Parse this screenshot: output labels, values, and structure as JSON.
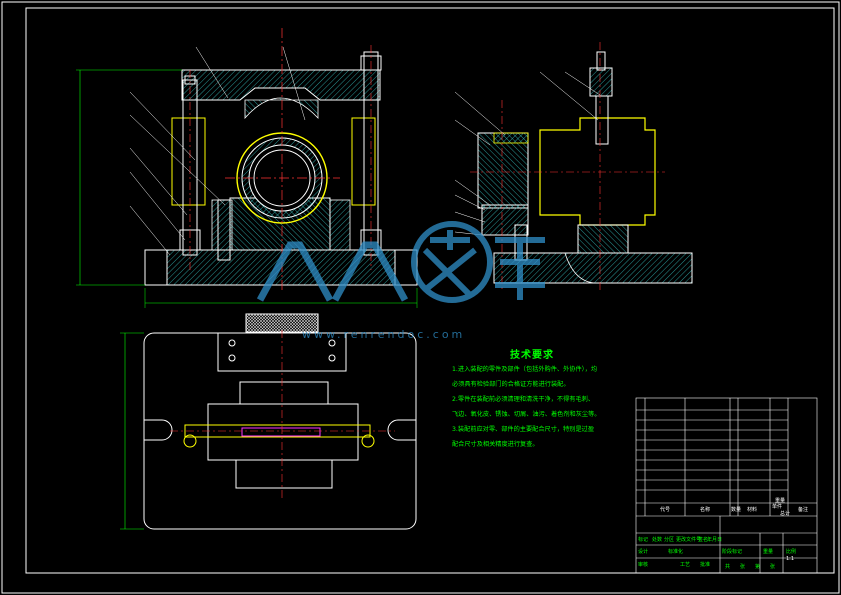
{
  "technical_requirements": {
    "title": "技术要求",
    "items": [
      "1.进入装配的零件及部件（包括外购件、外协件），均",
      "必须具有检验部门的合格证方能进行装配。",
      "2.零件在装配前必须清理和清洗干净，不得有毛刺、",
      "飞边、氧化皮、锈蚀、切屑、油污、着色剂和灰尘等。",
      "3.装配前应对零、部件的主要配合尺寸，特别是过盈",
      "配合尺寸及相关精度进行复查。"
    ]
  },
  "title_block": {
    "header": [
      "代号",
      "名称",
      "数量",
      "材料",
      "单件",
      "总计",
      "备注"
    ],
    "weight_label": "重量",
    "marks": [
      "标记",
      "处数",
      "分区",
      "更改文件号",
      "签名",
      "年月日"
    ],
    "roles": [
      "设计",
      "标准化",
      "审核",
      "工艺",
      "批准"
    ],
    "stage_labels": [
      "阶段标记",
      "重量",
      "比例"
    ],
    "sheet_labels": [
      "共",
      "张",
      "第",
      "张"
    ],
    "scale": "1:1"
  },
  "watermark": {
    "text": "www.renrendoc.com",
    "chars": "人人文库"
  },
  "colors": {
    "outline": "#ffffff",
    "centerline": "#ff3333",
    "hatch": "#33bbbb",
    "dimension": "#00ff00",
    "yellow_part": "#ffff00",
    "magenta_part": "#ff33ff",
    "watermark": "#2f8fc9"
  }
}
